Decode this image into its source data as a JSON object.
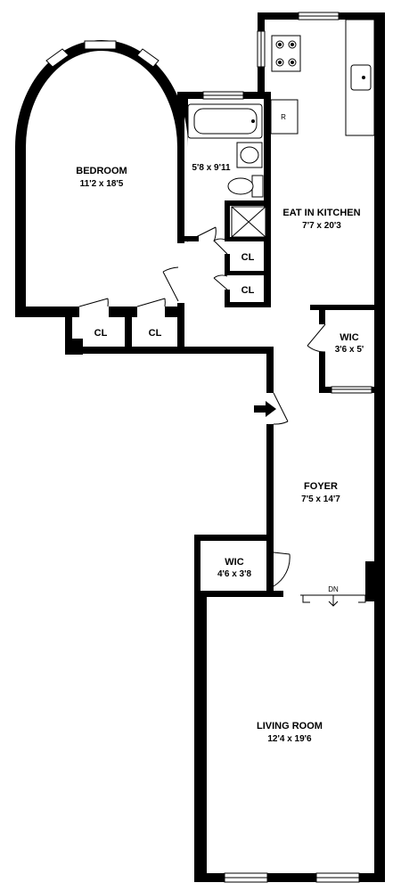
{
  "rooms": {
    "bedroom": {
      "name": "BEDROOM",
      "dim": "11'2 x 18'5"
    },
    "bath": {
      "dim": "5'8 x 9'11"
    },
    "kitchen": {
      "name": "EAT IN KITCHEN",
      "dim": "7'7 x 20'3"
    },
    "wic_kitchen": {
      "name": "WIC",
      "dim": "3'6 x 5'"
    },
    "foyer": {
      "name": "FOYER",
      "dim": "7'5 x 14'7"
    },
    "wic_foyer": {
      "name": "WIC",
      "dim": "4'6 x 3'8"
    },
    "living": {
      "name": "LIVING ROOM",
      "dim": "12'4 x 19'6"
    }
  },
  "closets": {
    "label": "CL"
  },
  "fixtures": {
    "refrigerator": "R",
    "stairs": "DN"
  },
  "colors": {
    "wall": "#000000",
    "background": "#ffffff"
  }
}
